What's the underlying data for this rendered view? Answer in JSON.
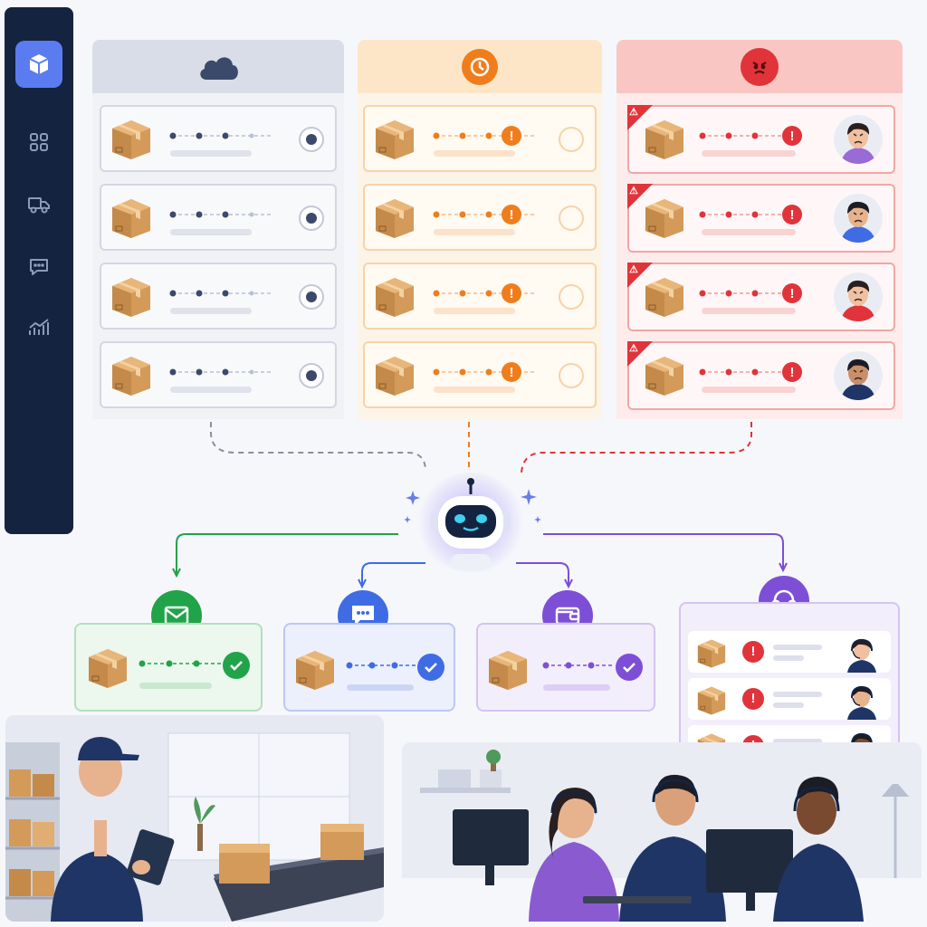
{
  "sidebar": {
    "items": [
      {
        "icon": "package-icon",
        "active": true
      },
      {
        "icon": "grid-icon",
        "active": false
      },
      {
        "icon": "truck-icon",
        "active": false
      },
      {
        "icon": "chat-icon",
        "active": false
      },
      {
        "icon": "analytics-icon",
        "active": false
      }
    ]
  },
  "columns": [
    {
      "status": "in-transit",
      "icon": "cloud-icon",
      "accent": "#3b4a6b",
      "header_bg": "#d9dde8",
      "shipments": 4
    },
    {
      "status": "delayed",
      "icon": "clock-icon",
      "accent": "#f07d1c",
      "header_bg": "#fde6c8",
      "shipments": 4
    },
    {
      "status": "escalated",
      "icon": "angry-face-icon",
      "accent": "#e0343a",
      "header_bg": "#f9c6c4",
      "shipments": 4
    }
  ],
  "hub": {
    "icon": "ai-robot-icon",
    "glow": "#8b7cf6"
  },
  "channels": [
    {
      "icon": "email-icon",
      "color": "#21a34a"
    },
    {
      "icon": "chat-bubble-icon",
      "color": "#3f6ce5"
    },
    {
      "icon": "wallet-icon",
      "color": "#7c4fd6"
    },
    {
      "icon": "headset-icon",
      "color": "#7c4fd6"
    }
  ],
  "support_queue": {
    "tickets": 3
  },
  "colors": {
    "sidebar": "#14233f",
    "green": "#21a34a",
    "blue": "#3f6ce5",
    "purple": "#7c4fd6",
    "orange": "#f07d1c",
    "red": "#e0343a"
  }
}
